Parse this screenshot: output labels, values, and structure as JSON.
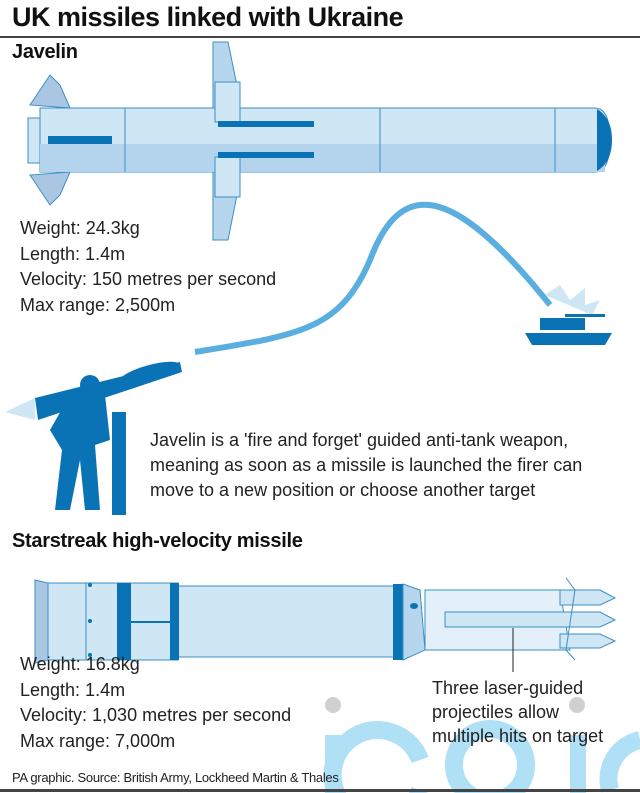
{
  "title": "UK missiles linked with Ukraine",
  "javelin": {
    "heading": "Javelin",
    "stats": [
      "Weight: 24.3kg",
      "Length: 1.4m",
      "Velocity: 150 metres per second",
      "Max range: 2,500m"
    ],
    "description": [
      "Javelin is a 'fire and forget' guided anti-tank weapon,",
      "meaning as soon as a missile is launched the firer can",
      "move to a new position or choose another target"
    ]
  },
  "starstreak": {
    "heading": "Starstreak high-velocity missile",
    "stats": [
      "Weight: 16.8kg",
      "Length: 1.4m",
      "Velocity: 1,030 metres per second",
      "Max range: 7,000m"
    ],
    "callout": [
      "Three laser-guided",
      "projectiles allow",
      "multiple hits on target"
    ]
  },
  "footer": "PA graphic. Source: British Army, Lockheed Martin & Thales",
  "watermark": "iconic",
  "colors": {
    "light": "#cfe6f5",
    "mid": "#a9cde8",
    "dark": "#0a73b5",
    "outline": "#3d8fc4",
    "trail": "#5aaee0"
  }
}
